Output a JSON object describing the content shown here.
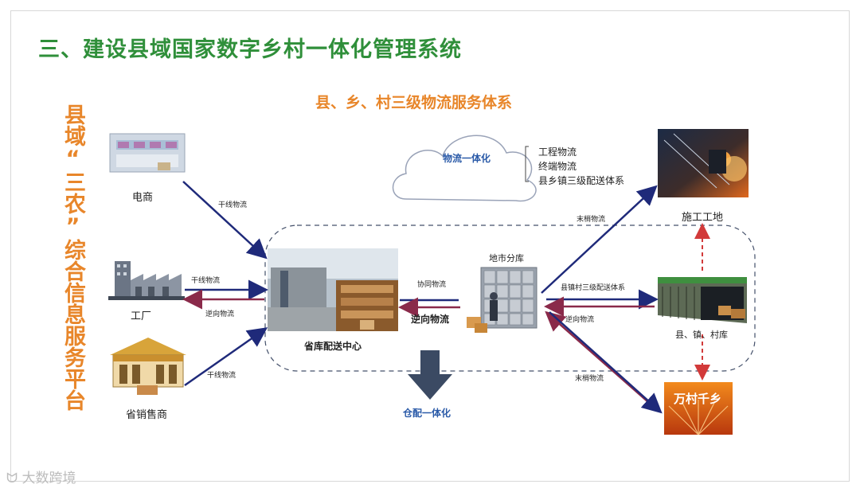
{
  "title": "三、建设县域国家数字乡村一体化管理系统",
  "subtitle": "县、乡、村三级物流服务体系",
  "side_title": "县域“三农”综合信息服务平台",
  "nodes": {
    "ecommerce": "电商",
    "factory": "工厂",
    "provincial_seller": "省销售商",
    "distribution_center": "省库配送中心",
    "city_warehouse": "地市分库",
    "construction_site": "施工工地",
    "county_warehouse": "县、镇、村库",
    "brand_badge": "万村千乡"
  },
  "edges": {
    "trunk_1": "干线物流",
    "trunk_2": "干线物流",
    "trunk_3": "干线物流",
    "reverse_1": "逆向物流",
    "cooperative": "协同物流",
    "reverse_2": "逆向物流",
    "last_mile_1": "末梢物流",
    "county_delivery": "县镇村三级配送体系",
    "reverse_3": "逆向物流",
    "last_mile_2": "末梢物流"
  },
  "cloud": {
    "label": "物流一体化",
    "items": [
      "工程物流",
      "终端物流",
      "县乡镇三级配送体系"
    ]
  },
  "bottom_label": "仓配一体化",
  "watermark": "大数跨境",
  "colors": {
    "title_green": "#2f8f3a",
    "accent_orange": "#e8862a",
    "arrow_navy": "#1f2a7a",
    "reverse_maroon": "#8a2a4a",
    "dashed_red": "#d23a3a",
    "label_blue": "#2a5aa8"
  }
}
